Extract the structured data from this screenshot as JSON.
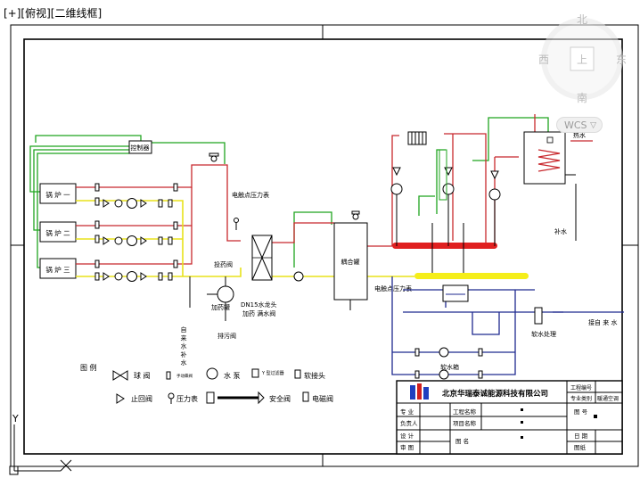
{
  "viewport": {
    "label": "[+][俯视][二维线框]"
  },
  "viewcube": {
    "north": "北",
    "south": "南",
    "east": "东",
    "west": "西",
    "top": "上",
    "wcs": "WCS",
    "wcs_arrow": "▽"
  },
  "ucs": {
    "y": "Y"
  },
  "drawing": {
    "controller": "控制器",
    "boiler1": "锅 炉 一",
    "boiler2": "锅 炉 二",
    "boiler3": "锅 炉 三",
    "contact_gauge": "电触点压力表",
    "contact_gauge2": "电触点压力表",
    "dosing_valve": "投药阀",
    "dosing_tank": "加药罐",
    "hose_bibb": "DN15水龙头",
    "fill_valve": "加药 满水阀",
    "drain_valve": "排污阀",
    "tap_water": "自 来 水 补 水",
    "coupling_tank": "耦合罐",
    "makeup_water_right": "补水",
    "hot_water": "热水",
    "softened_water_tank": "软水箱",
    "softening": "软水处理",
    "tap_water_right": "接自 来 水",
    "legend_title": "图 例",
    "legend_ball_valve": "球 阀",
    "legend_manual_valve": "手动蝶阀",
    "legend_pump": "水 泵",
    "legend_y_filter": "Y 型过滤器",
    "legend_soft_joint": "软接头",
    "legend_check_valve": "止回阀",
    "legend_pressure_gauge": "压力表",
    "legend_safety_valve": "安全阀",
    "legend_solenoid_valve": "电磁阀"
  },
  "title_block": {
    "company": "北京华瑞泰诚能源科技有限公司",
    "project_no": "工程编号",
    "pro_category": "专业类别",
    "category_value": "暖通空调",
    "drawing_no": "图 号",
    "discipline": "专 业",
    "responsible": "负责人",
    "project_name": "工程名称",
    "item_name": "项目名称",
    "design": "设 计",
    "drawing_name": "图 名",
    "review": "审 图",
    "date": "日 期",
    "scale": "图纸"
  },
  "colors": {
    "pipe_red": "#c8282d",
    "pipe_green": "#1fa51f",
    "pipe_yellow": "#e8e21a",
    "pipe_blue": "#1f2a8f",
    "frame": "#000000"
  }
}
